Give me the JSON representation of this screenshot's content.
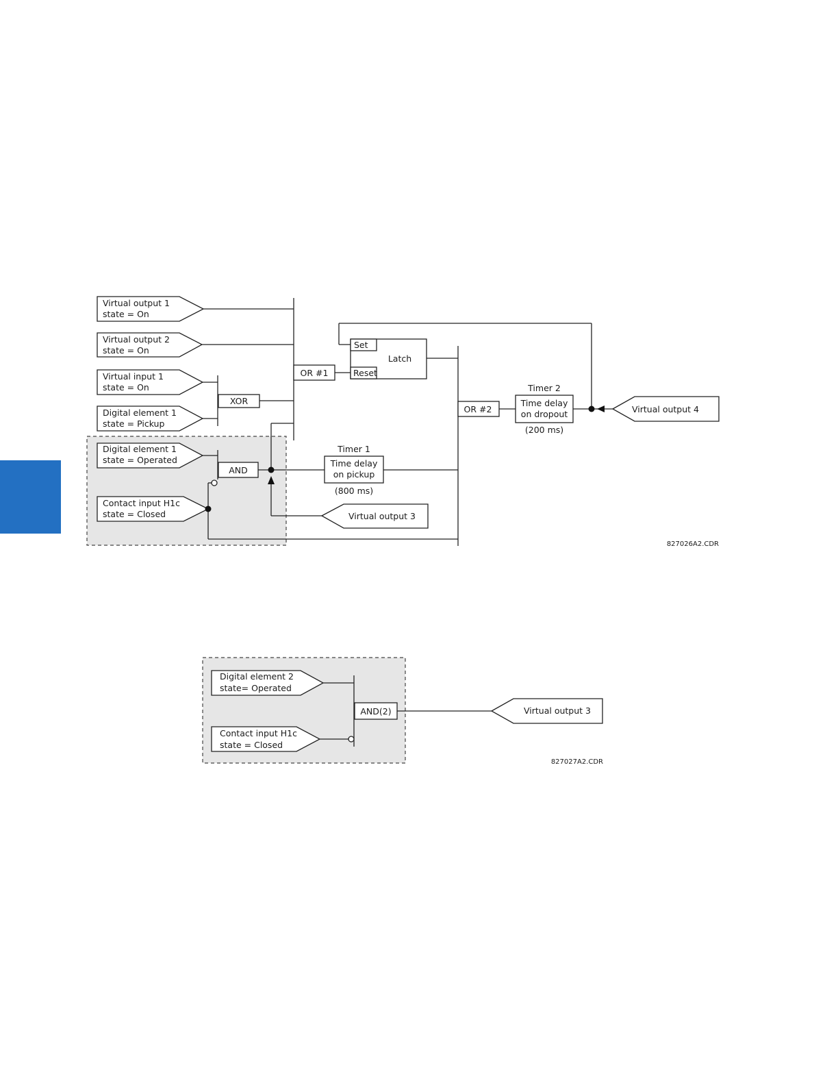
{
  "side_tab": {
    "color": "#2370c2"
  },
  "diagram1": {
    "ref": "827026A2.CDR",
    "inputs": [
      {
        "line1": "Virtual output 1",
        "line2": "state = On"
      },
      {
        "line1": "Virtual output 2",
        "line2": "state = On"
      },
      {
        "line1": "Virtual input 1",
        "line2": "state = On"
      },
      {
        "line1": "Digital element 1",
        "line2": "state = Pickup"
      },
      {
        "line1": "Digital element 1",
        "line2": "state = Operated"
      },
      {
        "line1": "Contact input H1c",
        "line2": "state = Closed"
      }
    ],
    "gates": {
      "xor": "XOR",
      "and": "AND",
      "or1": "OR #1",
      "or2": "OR #2"
    },
    "latch": {
      "title": "Latch",
      "set": "Set",
      "reset": "Reset"
    },
    "timer1": {
      "title": "Timer 1",
      "line1": "Time delay",
      "line2": "on pickup",
      "delay": "(800 ms)"
    },
    "timer2": {
      "title": "Timer 2",
      "line1": "Time delay",
      "line2": "on dropout",
      "delay": "(200 ms)"
    },
    "outputs": {
      "vo3": "Virtual output 3",
      "vo4": "Virtual output 4"
    }
  },
  "diagram2": {
    "ref": "827027A2.CDR",
    "inputs": [
      {
        "line1": "Digital element 2",
        "line2": "state= Operated"
      },
      {
        "line1": "Contact input H1c",
        "line2": "state = Closed"
      }
    ],
    "gate": "AND(2)",
    "output": "Virtual output 3"
  }
}
